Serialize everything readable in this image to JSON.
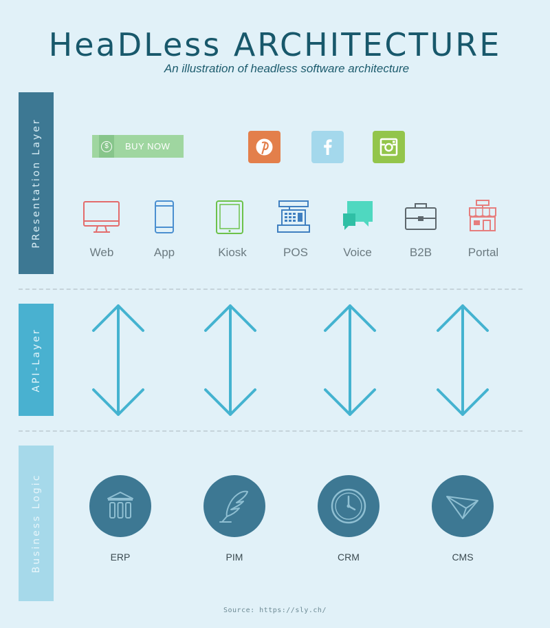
{
  "header": {
    "title": "HeaDLess ARCHITECTURE",
    "subtitle": "An illustration of headless software architecture"
  },
  "layers": {
    "presentation": "PResentation Layer",
    "api": "API-Layer",
    "business": "Business Logic"
  },
  "presentation": {
    "buy_now_label": "BUY NOW",
    "buy_now_symbol": "$",
    "social": [
      {
        "icon": "pinterest-icon",
        "color": "#e37f4b"
      },
      {
        "icon": "facebook-icon",
        "color": "#a4d8ec"
      },
      {
        "icon": "instagram-icon",
        "color": "#93c54b"
      }
    ],
    "channels": [
      {
        "label": "Web",
        "icon": "monitor-icon"
      },
      {
        "label": "App",
        "icon": "smartphone-icon"
      },
      {
        "label": "Kiosk",
        "icon": "tablet-icon"
      },
      {
        "label": "POS",
        "icon": "cash-register-icon"
      },
      {
        "label": "Voice",
        "icon": "chat-bubbles-icon"
      },
      {
        "label": "B2B",
        "icon": "briefcase-icon"
      },
      {
        "label": "Portal",
        "icon": "storefront-icon"
      }
    ]
  },
  "business": {
    "systems": [
      {
        "label": "ERP",
        "icon": "bank-icon"
      },
      {
        "label": "PIM",
        "icon": "quill-icon"
      },
      {
        "label": "CRM",
        "icon": "clock-icon"
      },
      {
        "label": "CMS",
        "icon": "paper-plane-icon"
      }
    ]
  },
  "footer": {
    "source": "Source: https://sly.ch/"
  },
  "colors": {
    "background": "#e1f1f8",
    "title": "#18586b",
    "presentation_band": "#3d7893",
    "api_band": "#49b1d0",
    "business_band": "#a6d9ea",
    "arrow": "#44b3d0",
    "circle": "#3d7893"
  }
}
